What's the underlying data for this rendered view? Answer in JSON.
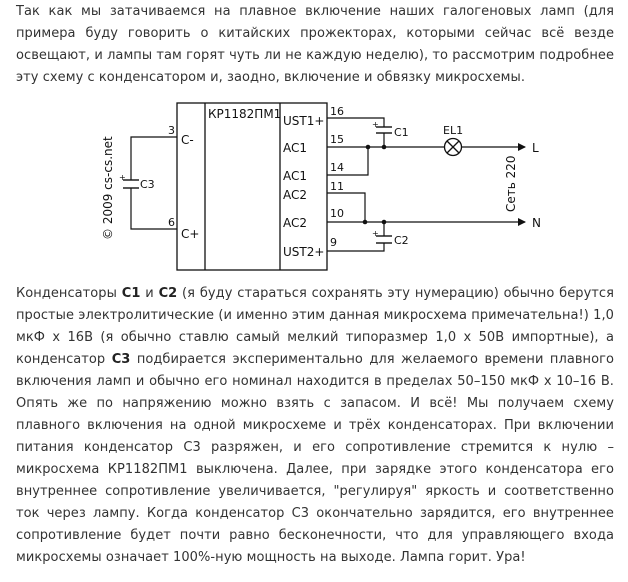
{
  "paragraph1": "Так как мы затачиваемся на плавное включение наших галогеновых ламп (для примера буду говорить о китайских прожекторах, которыми сейчас всё везде освещают, и лампы там горят чуть ли не каждую неделю), то рассмотрим подробнее эту схему с конденсатором и, заодно, включение и обвязку микросхемы.",
  "paragraph2": {
    "s1": "Конденсаторы ",
    "c1": "С1",
    "s2": " и ",
    "c2": "С2",
    "s3": " (я буду стараться сохранять эту нумерацию) обычно берутся простые электролитические (и именно этим данная микросхема примечательна!) 1,0 мкФ х 16В (я обычно ставлю самый мелкий типоразмер 1,0 х 50В импортные), а конденсатор ",
    "c3": "С3",
    "s4": " подбирается экспериментально для желаемого времени плавного включения ламп и обычно его номинал находится в пределах 50–150 мкФ х 10–16 В. Опять же по напряжению можно взять с запасом. И всё! Мы получаем схему плавного включения на одной микросхеме и трёх конденсаторах. При включении питания конденсатор С3 разряжен, и его сопротивление стремится к нулю – микросхема КР1182ПМ1 выключена. Далее, при зарядке этого конденсатора его внутреннее сопротивление увеличивается, \"регулируя\" яркость и соответственно ток через лампу. Когда конденсатор С3 окончательно зарядится, его внутреннее сопротивление будет почти равно бесконечности, что для управляющего входа микросхемы означает 100%-ную мощность на выходе. Лампа горит. Ура!"
  },
  "schematic": {
    "copyright": "© 2009 cs-cs.net",
    "chip_name": "КР1182ПМ1",
    "pins_left": [
      {
        "num": "3",
        "label": "С-"
      },
      {
        "num": "6",
        "label": "С+"
      }
    ],
    "pins_right": [
      {
        "num": "16",
        "label": "UST1+"
      },
      {
        "num": "15",
        "label": "AC1"
      },
      {
        "num": "14",
        "label": "AC1"
      },
      {
        "num": "11",
        "label": "AC2"
      },
      {
        "num": "10",
        "label": "AC2"
      },
      {
        "num": "9",
        "label": "UST2+"
      }
    ],
    "c1": "C1",
    "c2": "C2",
    "c3": "C3",
    "lamp": "EL1",
    "line_l": "L",
    "line_n": "N",
    "mains": "Сеть 220"
  }
}
